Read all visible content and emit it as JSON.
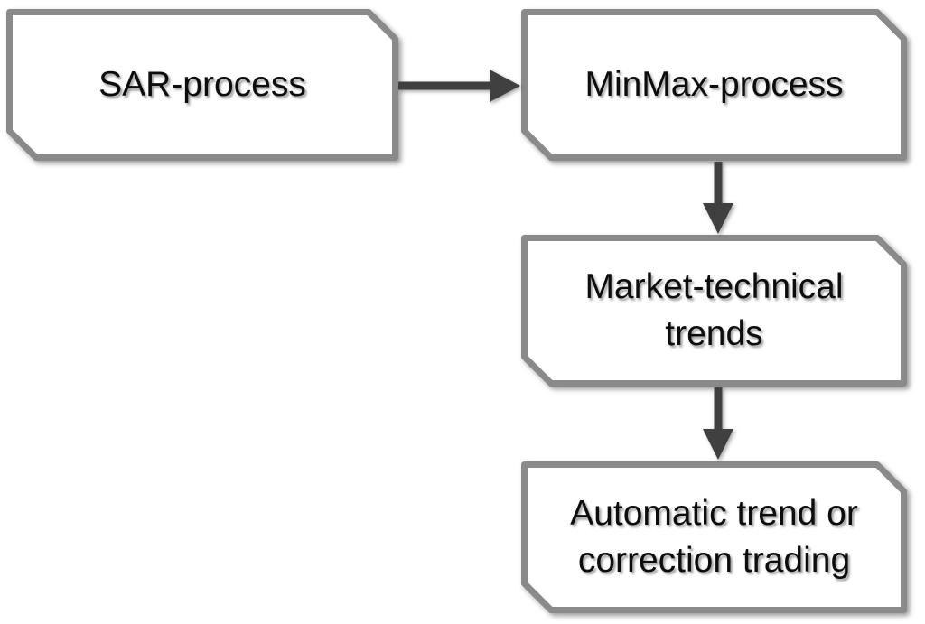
{
  "diagram": {
    "type": "flowchart",
    "nodes": [
      {
        "id": "sar-process",
        "label": "SAR-process"
      },
      {
        "id": "minmax-process",
        "label": "MinMax-process"
      },
      {
        "id": "market-technical",
        "label": "Market-technical\ntrends"
      },
      {
        "id": "auto-trading",
        "label": "Automatic trend or\ncorrection trading"
      }
    ],
    "edges": [
      {
        "from": "SAR-process",
        "to": "MinMax-process",
        "direction": "right"
      },
      {
        "from": "MinMax-process",
        "to": "Market-technical trends",
        "direction": "down"
      },
      {
        "from": "Market-technical trends",
        "to": "Automatic trend or correction trading",
        "direction": "down"
      }
    ],
    "colors": {
      "box_border": "#8a8a8a",
      "box_fill": "#ffffff",
      "arrow_color": "#404040",
      "text_color": "#0d0d0d",
      "background": "#ffffff"
    }
  }
}
